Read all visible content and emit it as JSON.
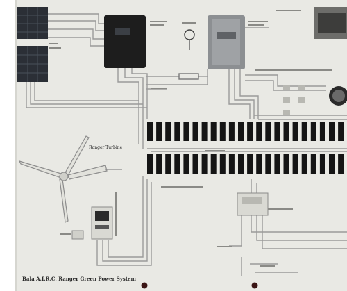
{
  "labels": {
    "wind_turbine": "Ranger Turbine",
    "caption": "Bala A.I.R.C. Ranger Green Power System"
  },
  "colors": {
    "board": "#e9e9e4",
    "wire": "#9a9a9a",
    "battery": "#151515",
    "inverter_black": "#1d1d1d",
    "inverter_gray": "#8c8f92",
    "pv_panel": "#2b2f36"
  },
  "battery_bank": {
    "rows": 2,
    "cells_per_row": 22
  }
}
